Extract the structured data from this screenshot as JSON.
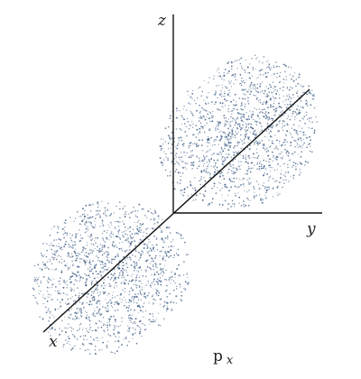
{
  "diagram": {
    "axes": {
      "z_label": "z",
      "y_label": "y",
      "x_label": "x"
    },
    "caption": {
      "main": "p",
      "sub": "x"
    },
    "style": {
      "axis_color": "#111111",
      "dot_color": "#3f5e86",
      "background": "#ffffff"
    }
  }
}
